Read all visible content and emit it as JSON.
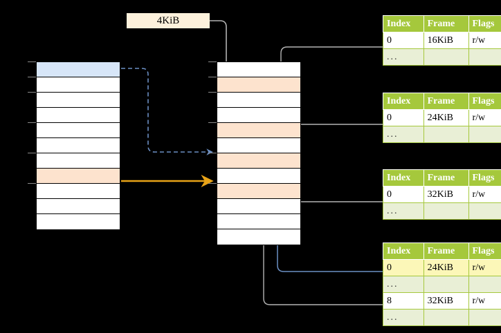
{
  "diagram": {
    "title_label": "4KiB",
    "page_size_box": {
      "text": "4KiB",
      "bg": "#fdf1dc"
    },
    "colors": {
      "highlight_blue": "#d7e6f8",
      "highlight_peach": "#fde3ce",
      "highlight_yellow": "#fcf7b8",
      "table_header_green": "#a5c83c",
      "table_ellipsis_row": "#e9efd6",
      "arrow_orange": "#e8a317",
      "arrow_blue": "#6b8fc4",
      "arrow_gray": "#b3b3b3",
      "background": "#000000"
    },
    "virtual_column": {
      "name": "virtual-address-space",
      "row_count": 11,
      "rows": [
        {
          "index": 0,
          "fill": "blue"
        },
        {
          "index": 1,
          "fill": "white"
        },
        {
          "index": 2,
          "fill": "white"
        },
        {
          "index": 3,
          "fill": "white"
        },
        {
          "index": 4,
          "fill": "white"
        },
        {
          "index": 5,
          "fill": "white"
        },
        {
          "index": 6,
          "fill": "white"
        },
        {
          "index": 7,
          "fill": "peach"
        },
        {
          "index": 8,
          "fill": "white"
        },
        {
          "index": 9,
          "fill": "white"
        },
        {
          "index": 10,
          "fill": "white"
        }
      ]
    },
    "physical_column": {
      "name": "physical-memory",
      "row_count": 11,
      "rows": [
        {
          "index": 0,
          "fill": "white"
        },
        {
          "index": 1,
          "fill": "peach"
        },
        {
          "index": 2,
          "fill": "white"
        },
        {
          "index": 3,
          "fill": "white"
        },
        {
          "index": 4,
          "fill": "peach"
        },
        {
          "index": 5,
          "fill": "white"
        },
        {
          "index": 6,
          "fill": "peach"
        },
        {
          "index": 7,
          "fill": "white"
        },
        {
          "index": 8,
          "fill": "peach"
        },
        {
          "index": 9,
          "fill": "white"
        },
        {
          "index": 10,
          "fill": "white"
        },
        {
          "index": 11,
          "fill": "white"
        }
      ]
    },
    "page_tables": [
      {
        "name": "page-table-1",
        "headers": [
          "Index",
          "Frame",
          "Flags"
        ],
        "rows": [
          {
            "type": "entry",
            "index": "0",
            "frame": "16KiB",
            "flags": "r/w",
            "highlight": false
          },
          {
            "type": "ellipsis",
            "index": "...",
            "frame": "",
            "flags": ""
          }
        ]
      },
      {
        "name": "page-table-2",
        "headers": [
          "Index",
          "Frame",
          "Flags"
        ],
        "rows": [
          {
            "type": "entry",
            "index": "0",
            "frame": "24KiB",
            "flags": "r/w",
            "highlight": false
          },
          {
            "type": "ellipsis",
            "index": "...",
            "frame": "",
            "flags": ""
          }
        ]
      },
      {
        "name": "page-table-3",
        "headers": [
          "Index",
          "Frame",
          "Flags"
        ],
        "rows": [
          {
            "type": "entry",
            "index": "0",
            "frame": "32KiB",
            "flags": "r/w",
            "highlight": false
          },
          {
            "type": "ellipsis",
            "index": "...",
            "frame": "",
            "flags": ""
          }
        ]
      },
      {
        "name": "page-table-4",
        "headers": [
          "Index",
          "Frame",
          "Flags"
        ],
        "rows": [
          {
            "type": "entry",
            "index": "0",
            "frame": "24KiB",
            "flags": "r/w",
            "highlight": true
          },
          {
            "type": "ellipsis",
            "index": "...",
            "frame": "",
            "flags": ""
          },
          {
            "type": "entry",
            "index": "8",
            "frame": "32KiB",
            "flags": "r/w",
            "highlight": false
          },
          {
            "type": "ellipsis",
            "index": "...",
            "frame": "",
            "flags": ""
          }
        ]
      }
    ],
    "connectors": [
      {
        "name": "dashed-blue-mapping-arrow",
        "style": "dashed",
        "color": "#6b8fc4"
      },
      {
        "name": "solid-orange-mapping-arrow",
        "style": "solid",
        "color": "#e8a317"
      },
      {
        "name": "page-size-pointer",
        "style": "solid",
        "color": "#b3b3b3"
      },
      {
        "name": "table1-frame-pointer",
        "style": "solid",
        "color": "#b3b3b3"
      },
      {
        "name": "table2-frame-pointer",
        "style": "solid",
        "color": "#b3b3b3"
      },
      {
        "name": "table3-frame-pointer",
        "style": "solid",
        "color": "#b3b3b3"
      },
      {
        "name": "table4-entry0-pointer",
        "style": "solid",
        "color": "#6b8fc4"
      },
      {
        "name": "table4-entry8-pointer",
        "style": "solid",
        "color": "#b3b3b3"
      }
    ]
  }
}
